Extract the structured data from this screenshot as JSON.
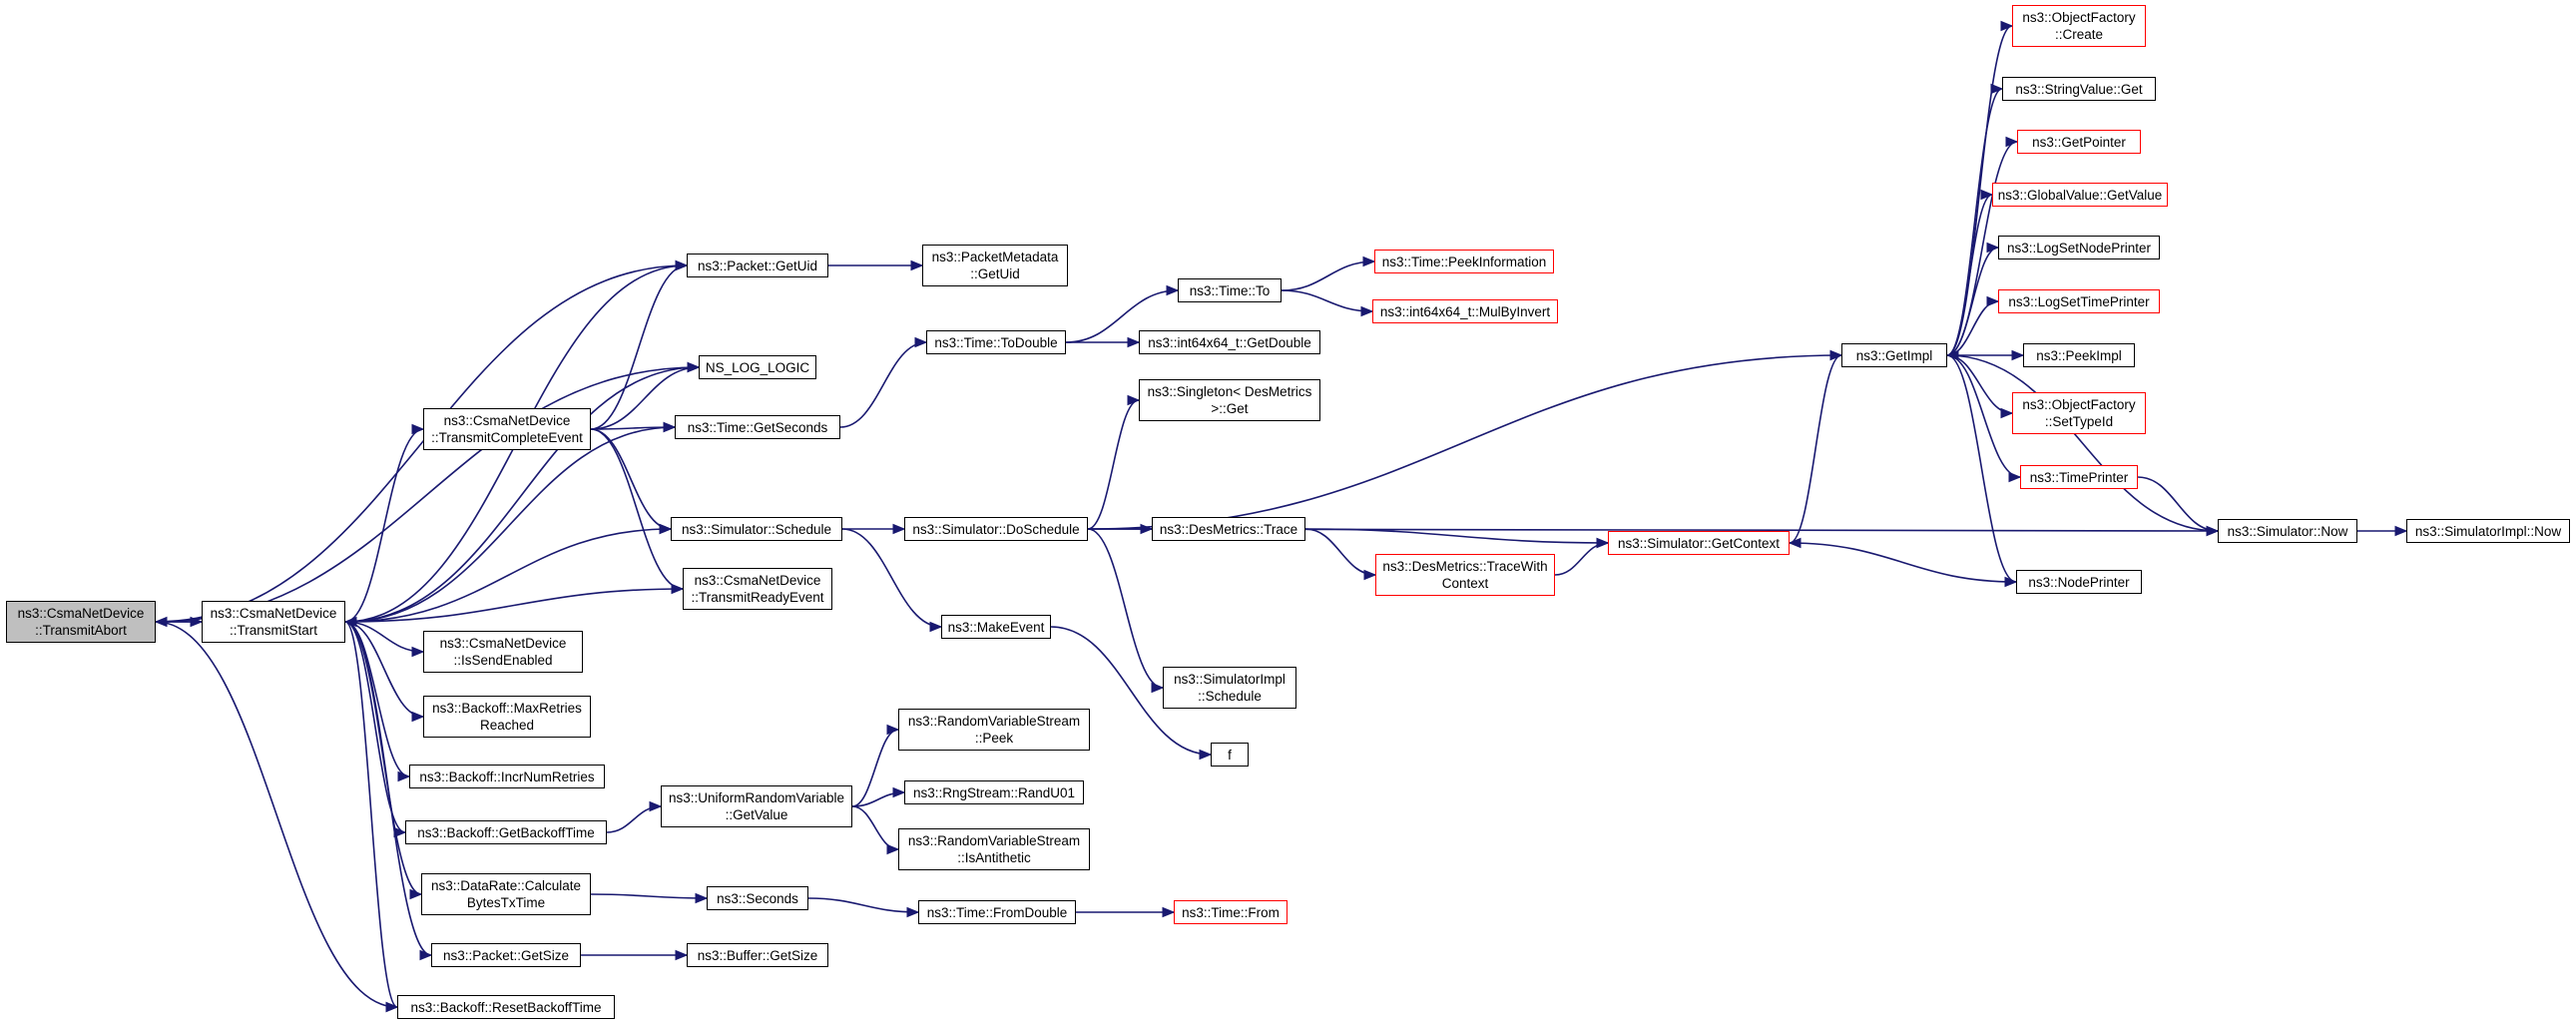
{
  "colors": {
    "edge": "#191970",
    "border": "#000000",
    "missing_border": "#ff0000",
    "focus_fill": "#bfbfbf"
  },
  "nodes": [
    {
      "id": "transmitAbort",
      "label": "ns3::CsmaNetDevice\n::TransmitAbort",
      "style": "focus"
    },
    {
      "id": "transmitStart",
      "label": "ns3::CsmaNetDevice\n::TransmitStart",
      "style": "normal"
    },
    {
      "id": "getUid",
      "label": "ns3::Packet::GetUid",
      "style": "normal"
    },
    {
      "id": "nsLogLogic",
      "label": "NS_LOG_LOGIC",
      "style": "normal"
    },
    {
      "id": "transmitCompleteEvent",
      "label": "ns3::CsmaNetDevice\n::TransmitCompleteEvent",
      "style": "normal"
    },
    {
      "id": "timeGetSeconds",
      "label": "ns3::Time::GetSeconds",
      "style": "normal"
    },
    {
      "id": "simSchedule",
      "label": "ns3::Simulator::Schedule",
      "style": "normal"
    },
    {
      "id": "transmitReadyEvent",
      "label": "ns3::CsmaNetDevice\n::TransmitReadyEvent",
      "style": "normal"
    },
    {
      "id": "isSendEnabled",
      "label": "ns3::CsmaNetDevice\n::IsSendEnabled",
      "style": "normal"
    },
    {
      "id": "maxRetriesReached",
      "label": "ns3::Backoff::MaxRetries\nReached",
      "style": "normal"
    },
    {
      "id": "incrNumRetries",
      "label": "ns3::Backoff::IncrNumRetries",
      "style": "normal"
    },
    {
      "id": "getBackoffTime",
      "label": "ns3::Backoff::GetBackoffTime",
      "style": "normal"
    },
    {
      "id": "calcBytesTxTime",
      "label": "ns3::DataRate::Calculate\nBytesTxTime",
      "style": "normal"
    },
    {
      "id": "packetGetSize",
      "label": "ns3::Packet::GetSize",
      "style": "normal"
    },
    {
      "id": "resetBackoffTime",
      "label": "ns3::Backoff::ResetBackoffTime",
      "style": "normal"
    },
    {
      "id": "packetMetadataGetUid",
      "label": "ns3::PacketMetadata\n::GetUid",
      "style": "normal"
    },
    {
      "id": "timeToDouble",
      "label": "ns3::Time::ToDouble",
      "style": "normal"
    },
    {
      "id": "simDoSchedule",
      "label": "ns3::Simulator::DoSchedule",
      "style": "normal"
    },
    {
      "id": "makeEvent",
      "label": "ns3::MakeEvent",
      "style": "normal"
    },
    {
      "id": "uniformGetValue",
      "label": "ns3::UniformRandomVariable\n::GetValue",
      "style": "normal"
    },
    {
      "id": "seconds",
      "label": "ns3::Seconds",
      "style": "normal"
    },
    {
      "id": "bufferGetSize",
      "label": "ns3::Buffer::GetSize",
      "style": "normal"
    },
    {
      "id": "timeTo",
      "label": "ns3::Time::To",
      "style": "normal"
    },
    {
      "id": "int64GetDouble",
      "label": "ns3::int64x64_t::GetDouble",
      "style": "normal"
    },
    {
      "id": "singletonGet",
      "label": "ns3::Singleton< DesMetrics\n >::Get",
      "style": "normal"
    },
    {
      "id": "desMetricsTrace",
      "label": "ns3::DesMetrics::Trace",
      "style": "normal"
    },
    {
      "id": "simImplSchedule",
      "label": "ns3::SimulatorImpl\n::Schedule",
      "style": "normal"
    },
    {
      "id": "f",
      "label": "f",
      "style": "normal"
    },
    {
      "id": "rvsPeek",
      "label": "ns3::RandomVariableStream\n::Peek",
      "style": "normal"
    },
    {
      "id": "rngRandU01",
      "label": "ns3::RngStream::RandU01",
      "style": "normal"
    },
    {
      "id": "rvsIsAntithetic",
      "label": "ns3::RandomVariableStream\n::IsAntithetic",
      "style": "normal"
    },
    {
      "id": "timeFromDouble",
      "label": "ns3::Time::FromDouble",
      "style": "normal"
    },
    {
      "id": "timeFrom",
      "label": "ns3::Time::From",
      "style": "missing"
    },
    {
      "id": "timePeekInformation",
      "label": "ns3::Time::PeekInformation",
      "style": "missing"
    },
    {
      "id": "int64MulByInvert",
      "label": "ns3::int64x64_t::MulByInvert",
      "style": "missing"
    },
    {
      "id": "desMetricsTraceWithContext",
      "label": "ns3::DesMetrics::TraceWith\nContext",
      "style": "missing"
    },
    {
      "id": "simGetContext",
      "label": "ns3::Simulator::GetContext",
      "style": "missing"
    },
    {
      "id": "getImpl",
      "label": "ns3::GetImpl",
      "style": "normal"
    },
    {
      "id": "objectFactoryCreate",
      "label": "ns3::ObjectFactory\n::Create",
      "style": "missing"
    },
    {
      "id": "stringValueGet",
      "label": "ns3::StringValue::Get",
      "style": "normal"
    },
    {
      "id": "getPointer",
      "label": "ns3::GetPointer",
      "style": "missing"
    },
    {
      "id": "globalValueGetValue",
      "label": "ns3::GlobalValue::GetValue",
      "style": "missing"
    },
    {
      "id": "logSetNodePrinter",
      "label": "ns3::LogSetNodePrinter",
      "style": "normal"
    },
    {
      "id": "logSetTimePrinter",
      "label": "ns3::LogSetTimePrinter",
      "style": "missing"
    },
    {
      "id": "peekImpl",
      "label": "ns3::PeekImpl",
      "style": "normal"
    },
    {
      "id": "objectFactorySetTypeId",
      "label": "ns3::ObjectFactory\n::SetTypeId",
      "style": "missing"
    },
    {
      "id": "timePrinter",
      "label": "ns3::TimePrinter",
      "style": "missing"
    },
    {
      "id": "nodePrinter",
      "label": "ns3::NodePrinter",
      "style": "normal"
    },
    {
      "id": "simNow",
      "label": "ns3::Simulator::Now",
      "style": "normal"
    },
    {
      "id": "simImplNow",
      "label": "ns3::SimulatorImpl::Now",
      "style": "normal"
    }
  ],
  "edges": [
    [
      "transmitAbort",
      "transmitStart"
    ],
    [
      "transmitAbort",
      "getUid"
    ],
    [
      "transmitAbort",
      "nsLogLogic"
    ],
    [
      "transmitAbort",
      "resetBackoffTime"
    ],
    [
      "transmitStart",
      "transmitAbort"
    ],
    [
      "transmitStart",
      "getUid"
    ],
    [
      "transmitStart",
      "nsLogLogic"
    ],
    [
      "transmitStart",
      "transmitCompleteEvent"
    ],
    [
      "transmitStart",
      "timeGetSeconds"
    ],
    [
      "transmitStart",
      "simSchedule"
    ],
    [
      "transmitStart",
      "isSendEnabled"
    ],
    [
      "transmitStart",
      "maxRetriesReached"
    ],
    [
      "transmitStart",
      "incrNumRetries"
    ],
    [
      "transmitStart",
      "getBackoffTime"
    ],
    [
      "transmitStart",
      "calcBytesTxTime"
    ],
    [
      "transmitStart",
      "packetGetSize"
    ],
    [
      "transmitStart",
      "resetBackoffTime"
    ],
    [
      "transmitCompleteEvent",
      "getUid"
    ],
    [
      "transmitCompleteEvent",
      "nsLogLogic"
    ],
    [
      "transmitCompleteEvent",
      "timeGetSeconds"
    ],
    [
      "transmitCompleteEvent",
      "simSchedule"
    ],
    [
      "transmitCompleteEvent",
      "transmitReadyEvent"
    ],
    [
      "transmitReadyEvent",
      "transmitStart"
    ],
    [
      "getUid",
      "packetMetadataGetUid"
    ],
    [
      "timeGetSeconds",
      "timeToDouble"
    ],
    [
      "simSchedule",
      "simDoSchedule"
    ],
    [
      "simSchedule",
      "makeEvent"
    ],
    [
      "getBackoffTime",
      "uniformGetValue"
    ],
    [
      "calcBytesTxTime",
      "seconds"
    ],
    [
      "packetGetSize",
      "bufferGetSize"
    ],
    [
      "timeToDouble",
      "timeTo"
    ],
    [
      "timeToDouble",
      "int64GetDouble"
    ],
    [
      "simDoSchedule",
      "singletonGet"
    ],
    [
      "simDoSchedule",
      "desMetricsTrace"
    ],
    [
      "simDoSchedule",
      "simImplSchedule"
    ],
    [
      "simDoSchedule",
      "getImpl"
    ],
    [
      "simDoSchedule",
      "simNow"
    ],
    [
      "makeEvent",
      "f"
    ],
    [
      "uniformGetValue",
      "rvsPeek"
    ],
    [
      "uniformGetValue",
      "rngRandU01"
    ],
    [
      "uniformGetValue",
      "rvsIsAntithetic"
    ],
    [
      "seconds",
      "timeFromDouble"
    ],
    [
      "timeFromDouble",
      "timeFrom"
    ],
    [
      "timeTo",
      "timePeekInformation"
    ],
    [
      "timeTo",
      "int64MulByInvert"
    ],
    [
      "desMetricsTrace",
      "simGetContext"
    ],
    [
      "desMetricsTrace",
      "desMetricsTraceWithContext"
    ],
    [
      "desMetricsTraceWithContext",
      "simGetContext"
    ],
    [
      "simGetContext",
      "getImpl"
    ],
    [
      "getImpl",
      "objectFactoryCreate"
    ],
    [
      "getImpl",
      "stringValueGet"
    ],
    [
      "getImpl",
      "getPointer"
    ],
    [
      "getImpl",
      "globalValueGetValue"
    ],
    [
      "getImpl",
      "logSetNodePrinter"
    ],
    [
      "getImpl",
      "logSetTimePrinter"
    ],
    [
      "getImpl",
      "peekImpl"
    ],
    [
      "getImpl",
      "objectFactorySetTypeId"
    ],
    [
      "getImpl",
      "timePrinter"
    ],
    [
      "getImpl",
      "nodePrinter"
    ],
    [
      "timePrinter",
      "simNow"
    ],
    [
      "nodePrinter",
      "simGetContext"
    ],
    [
      "simNow",
      "getImpl"
    ],
    [
      "simNow",
      "simImplNow"
    ]
  ]
}
